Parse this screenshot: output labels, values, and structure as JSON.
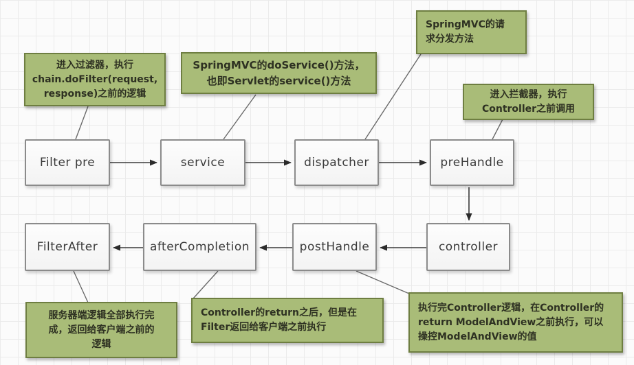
{
  "diagram": {
    "kind": "flowchart",
    "topic": "SpringMVC request lifecycle: Filter / DispatcherServlet / Interceptor execution order",
    "background": "grid-paper"
  },
  "nodes": [
    {
      "id": "filter-pre",
      "label": "Filter pre"
    },
    {
      "id": "service",
      "label": "service"
    },
    {
      "id": "dispatcher",
      "label": "dispatcher"
    },
    {
      "id": "prehandle",
      "label": "preHandle"
    },
    {
      "id": "controller",
      "label": "controller"
    },
    {
      "id": "posthandle",
      "label": "postHandle"
    },
    {
      "id": "aftercompletion",
      "label": "afterCompletion"
    },
    {
      "id": "filterafter",
      "label": "FilterAfter"
    }
  ],
  "edges": [
    {
      "from": "filter-pre",
      "to": "service",
      "direction": "right"
    },
    {
      "from": "service",
      "to": "dispatcher",
      "direction": "right"
    },
    {
      "from": "dispatcher",
      "to": "prehandle",
      "direction": "right"
    },
    {
      "from": "prehandle",
      "to": "controller",
      "direction": "down"
    },
    {
      "from": "controller",
      "to": "posthandle",
      "direction": "left"
    },
    {
      "from": "posthandle",
      "to": "aftercompletion",
      "direction": "left"
    },
    {
      "from": "aftercompletion",
      "to": "filterafter",
      "direction": "left"
    }
  ],
  "callouts": [
    {
      "target": "filter-pre",
      "text": "进入过滤器，执行\nchain.doFilter(request,\nresponse)之前的逻辑"
    },
    {
      "target": "service",
      "text": "SpringMVC的doService()方法，\n也即Servlet的service()方法"
    },
    {
      "target": "dispatcher",
      "text": "SpringMVC的请\n求分发方法"
    },
    {
      "target": "prehandle",
      "text": "进入拦截器，执行\nController之前调用"
    },
    {
      "target": "filterafter",
      "text": "服务器端逻辑全部执行完\n成，返回给客户端之前的\n逻辑"
    },
    {
      "target": "aftercompletion",
      "text": "Controller的return之后，但是在\nFilter返回给客户端之前执行"
    },
    {
      "target": "posthandle",
      "text": "执行完Controller逻辑，在Controller的\nreturn ModelAndView之前执行，可以\n操控ModelAndView的值"
    }
  ],
  "colors": {
    "callout_fill": "#a9bc78",
    "callout_border": "#6e7e41",
    "node_fill": "#f6f6f6",
    "node_border": "#8b8b8b",
    "connector": "#3a3a3a",
    "leader_line": "#6a6a6a",
    "grid_line": "#ebebeb",
    "background": "#fbfbfb",
    "text": "#2e3122"
  }
}
